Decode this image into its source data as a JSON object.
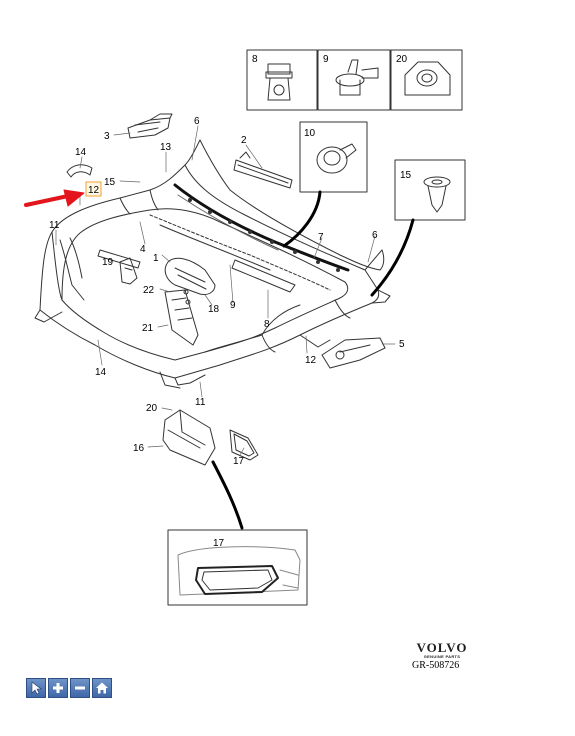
{
  "diagram": {
    "callouts": {
      "c3": "3",
      "c13": "13",
      "c6a": "6",
      "c2": "2",
      "c14a": "14",
      "c15a": "15",
      "c12a": "12",
      "c11a": "11",
      "c4": "4",
      "c1": "1",
      "c19": "19",
      "c22": "22",
      "c18": "18",
      "c9": "9",
      "c8": "8",
      "c21": "21",
      "c7": "7",
      "c6b": "6",
      "c5": "5",
      "c12b": "12",
      "c14b": "14",
      "c20": "20",
      "c11b": "11",
      "c16": "16",
      "c17": "17"
    },
    "boxes": {
      "b8": "8",
      "b9": "9",
      "b20": "20",
      "b10": "10",
      "b15": "15",
      "b17": "17"
    },
    "highlight_color": "#f0a030",
    "arrow_color": "#e3141b"
  },
  "brand": {
    "logo": "VOLVO",
    "sub": "GENUINE PARTS"
  },
  "reference": "GR-508726",
  "toolbar": {
    "buttons": [
      {
        "icon": "cursor-icon"
      },
      {
        "icon": "zoom-in-icon"
      },
      {
        "icon": "zoom-out-icon"
      },
      {
        "icon": "home-icon"
      }
    ]
  }
}
